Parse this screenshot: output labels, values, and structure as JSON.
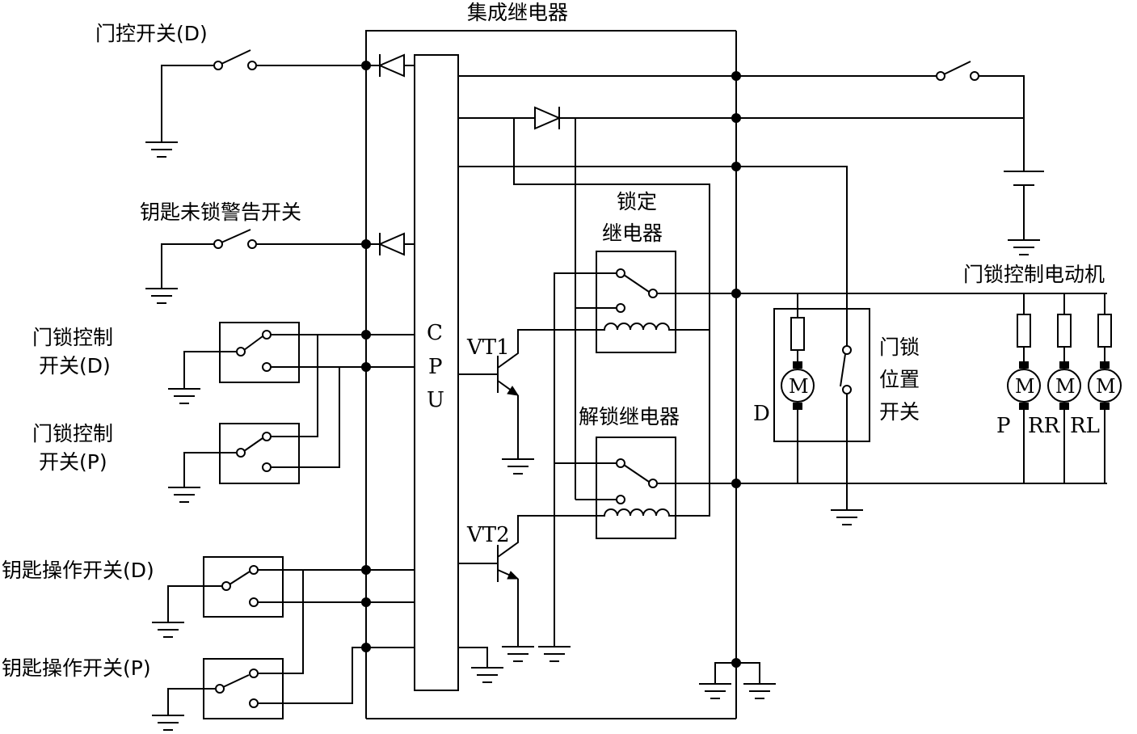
{
  "labels": {
    "integrated_relay": "集成继电器",
    "door_switch_d": "门控开关(D)",
    "key_warning_switch": "钥匙未锁警告开关",
    "lock_ctrl_switch_d_1": "门锁控制",
    "lock_ctrl_switch_d_2": "开关(D)",
    "lock_ctrl_switch_p_1": "门锁控制",
    "lock_ctrl_switch_p_2": "开关(P)",
    "key_op_switch_d": "钥匙操作开关(D)",
    "key_op_switch_p": "钥匙操作开关(P)",
    "cpu_c": "C",
    "cpu_p": "P",
    "cpu_u": "U",
    "vt1": "VT1",
    "vt2": "VT2",
    "lock_relay_1": "锁定",
    "lock_relay_2": "继电器",
    "unlock_relay": "解锁继电器",
    "position_switch_1": "门锁",
    "position_switch_2": "位置",
    "position_switch_3": "开关",
    "motor_d": "D",
    "actuators": "门锁控制电动机",
    "motor_p": "P",
    "motor_rr": "RR",
    "motor_rl": "RL",
    "motor_symbol": "M"
  },
  "colors": {
    "line": "#000000",
    "background": "#ffffff"
  }
}
